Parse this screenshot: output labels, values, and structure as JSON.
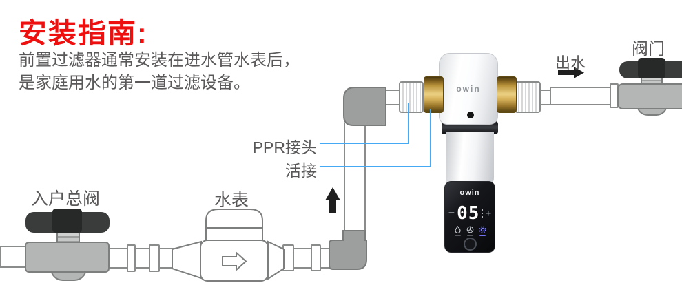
{
  "title": "安装指南:",
  "description": {
    "line1": "前置过滤器通常安装在进水管水表后，",
    "line2": "是家庭用水的第一道过滤设备。"
  },
  "labels": {
    "ppr_joint": "PPR接头",
    "union": "活接",
    "entry_main_valve": "入户总阀",
    "water_meter": "水表",
    "water_out": "出水",
    "valve": "阀门"
  },
  "device": {
    "head_brand": "owin",
    "display": {
      "brand": "owin",
      "minus": "−",
      "value": "05",
      "plus": "+"
    }
  },
  "colors": {
    "title_red": "#ee0f0f",
    "text_gray": "#5a5858",
    "leader_blue": "#45aaf3",
    "pipe_outline": "#8a8b8b",
    "fitting_gray": "#9d9e9e",
    "valve_body_gray": "#b4b5b5",
    "handle_black": "#3a3b3b",
    "brass_gold": "#d9b45d"
  }
}
